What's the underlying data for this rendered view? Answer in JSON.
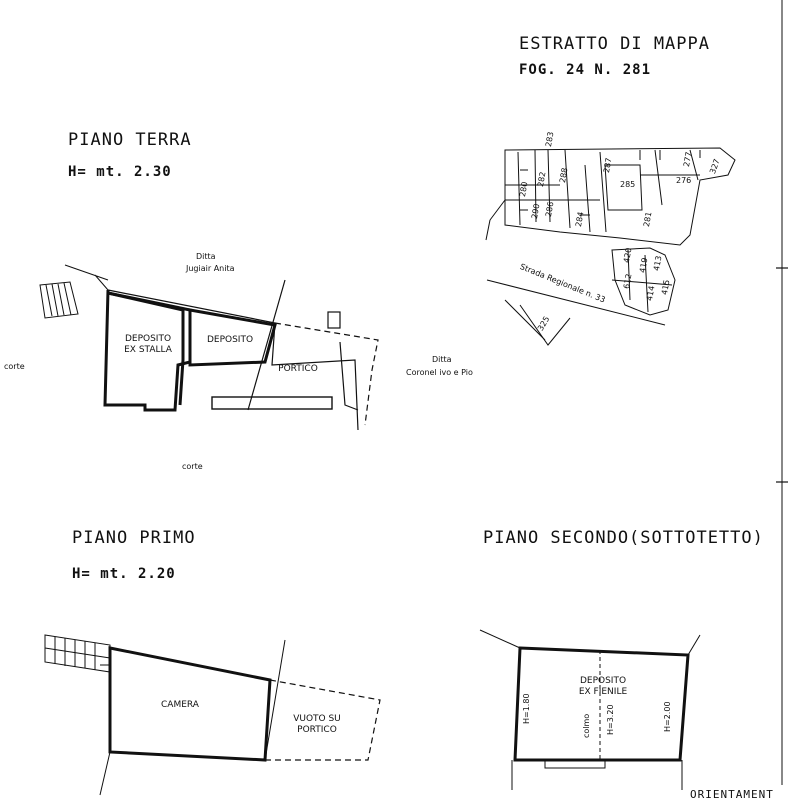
{
  "header": {
    "title": "ESTRATTO DI MAPPA",
    "subtitle": "FOG. 24 N. 281"
  },
  "ground_floor": {
    "title": "PIANO TERRA",
    "height": "H= mt. 2.30",
    "neighbor_top_label": "Ditta",
    "neighbor_top_name": "Jugiair Anita",
    "neighbor_right_label": "Ditta",
    "neighbor_right_name": "Coronel ivo e Pio",
    "courtyard_left": "corte",
    "courtyard_bottom": "corte",
    "rooms": {
      "deposito_stalla_1": "DEPOSITO",
      "deposito_stalla_2": "EX STALLA",
      "deposito": "DEPOSITO",
      "portico": "PORTICO"
    }
  },
  "first_floor": {
    "title": "PIANO PRIMO",
    "height": "H= mt. 2.20",
    "rooms": {
      "camera": "CAMERA",
      "vuoto_1": "VUOTO SU",
      "vuoto_2": "PORTICO"
    }
  },
  "second_floor": {
    "title": "PIANO SECONDO(SOTTOTETTO)",
    "rooms": {
      "deposito_fienile_1": "DEPOSITO",
      "deposito_fienile_2": "EX FIENILE"
    },
    "height_left": "H=1.80",
    "height_mid": "H=3.20",
    "height_right": "H=2.00",
    "ridge": "colmo"
  },
  "map": {
    "road_label": "Strada Regionale n. 33",
    "parcels": [
      "283",
      "282",
      "288",
      "287",
      "285",
      "277",
      "276",
      "327",
      "280",
      "290",
      "286",
      "284",
      "281",
      "420",
      "413",
      "419",
      "612",
      "415",
      "414",
      "325"
    ]
  },
  "footer": {
    "orientation": "ORIENTAMENT"
  }
}
